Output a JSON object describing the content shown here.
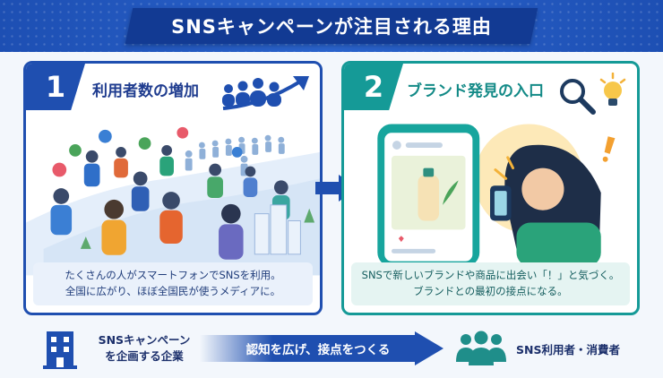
{
  "title": "SNSキャンペーンが注目される理由",
  "panels": [
    {
      "number": "1",
      "title": "利用者数の増加",
      "caption_lines": [
        "たくさんの人がスマートフォンでSNSを利用。",
        "全国に広がり、ほぼ全国民が使うメディアに。"
      ]
    },
    {
      "number": "2",
      "title": "ブランド発見の入口",
      "caption_lines": [
        "SNSで新しいブランドや商品に出会い「！」と気づく。",
        "ブランドとの最初の接点になる。"
      ]
    }
  ],
  "flow": {
    "from_lines": [
      "SNSキャンペーン",
      "を企画する企業"
    ],
    "action": "認知を広げ、接点をつくる",
    "to": "SNS利用者・消費者"
  },
  "colors": {
    "primary_blue": "#1f4fb0",
    "teal": "#159a97",
    "dark_navy": "#123a93"
  },
  "icons": [
    "growth-people-icon",
    "magnifier-icon",
    "lightbulb-icon",
    "building-icon",
    "users-icon",
    "arrow-right-icon"
  ]
}
